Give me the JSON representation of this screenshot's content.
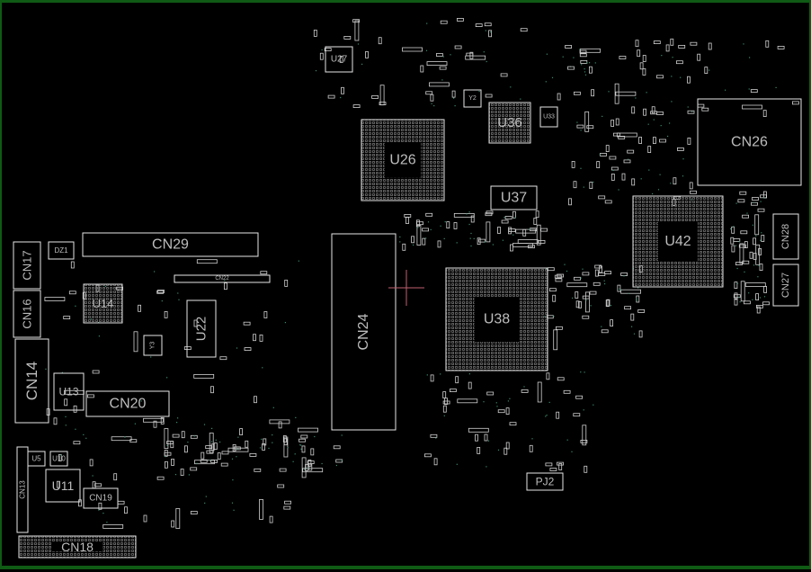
{
  "viewer": {
    "background_color": "#000000",
    "frame_color": "#0f5a14",
    "outline_color": "#e6e6e6",
    "cursor_color": "#c06070"
  },
  "components": [
    {
      "ref": "CN29"
    },
    {
      "ref": "CN22"
    },
    {
      "ref": "CN17"
    },
    {
      "ref": "CN16"
    },
    {
      "ref": "CN14"
    },
    {
      "ref": "U14"
    },
    {
      "ref": "U13"
    },
    {
      "ref": "CN20"
    },
    {
      "ref": "U22"
    },
    {
      "ref": "U11"
    },
    {
      "ref": "CN19"
    },
    {
      "ref": "CN18"
    },
    {
      "ref": "CN13"
    },
    {
      "ref": "U5"
    },
    {
      "ref": "U10"
    },
    {
      "ref": "U26"
    },
    {
      "ref": "U27"
    },
    {
      "ref": "U36"
    },
    {
      "ref": "U37"
    },
    {
      "ref": "U38"
    },
    {
      "ref": "CN24"
    },
    {
      "ref": "U42"
    },
    {
      "ref": "CN26"
    },
    {
      "ref": "CN28"
    },
    {
      "ref": "CN27"
    },
    {
      "ref": "PJ2"
    },
    {
      "ref": "DZ1"
    },
    {
      "ref": "Y3"
    },
    {
      "ref": "Y2"
    },
    {
      "ref": "U33"
    }
  ]
}
